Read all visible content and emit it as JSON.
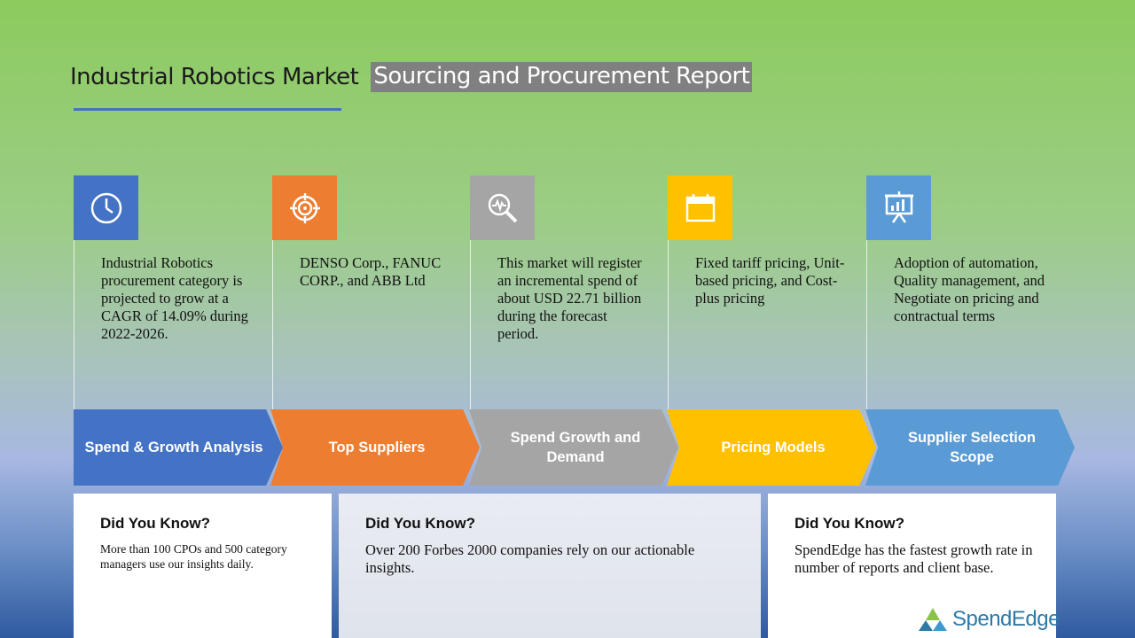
{
  "header": {
    "title": "Industrial Robotics Market",
    "subtitle": "Sourcing and Procurement Report"
  },
  "columns": [
    {
      "icon": "clock-icon",
      "color": "#4472c4",
      "text": "Industrial Robotics procurement category is projected to grow at a CAGR of 14.09% during 2022-2026.",
      "arrow_label": "Spend & Growth Analysis"
    },
    {
      "icon": "target-icon",
      "color": "#ed7d31",
      "text": "DENSO Corp., FANUC CORP., and ABB Ltd",
      "arrow_label": "Top Suppliers"
    },
    {
      "icon": "magnifier-chart-icon",
      "color": "#a5a5a5",
      "text": "This market will register an incremental spend of about USD 22.71 billion during the forecast period.",
      "arrow_label": "Spend Growth and Demand"
    },
    {
      "icon": "calendar-icon",
      "color": "#ffc000",
      "text": "Fixed tariff pricing, Unit-based pricing, and Cost-plus pricing",
      "arrow_label": "Pricing Models"
    },
    {
      "icon": "presentation-icon",
      "color": "#5b9bd5",
      "text": "Adoption of automation, Quality management, and Negotiate on pricing and contractual terms",
      "arrow_label": "Supplier Selection Scope"
    }
  ],
  "cards": [
    {
      "title": "Did You Know?",
      "text": "More than 100 CPOs and 500 category managers use our insights daily."
    },
    {
      "title": "Did You Know?",
      "text": "Over 200 Forbes 2000 companies rely on our actionable insights."
    },
    {
      "title": "Did You Know?",
      "text": "SpendEdge has the fastest growth rate in number of reports and client base."
    }
  ],
  "logo": {
    "text": "SpendEdge",
    "color": "#2e7aa6"
  }
}
